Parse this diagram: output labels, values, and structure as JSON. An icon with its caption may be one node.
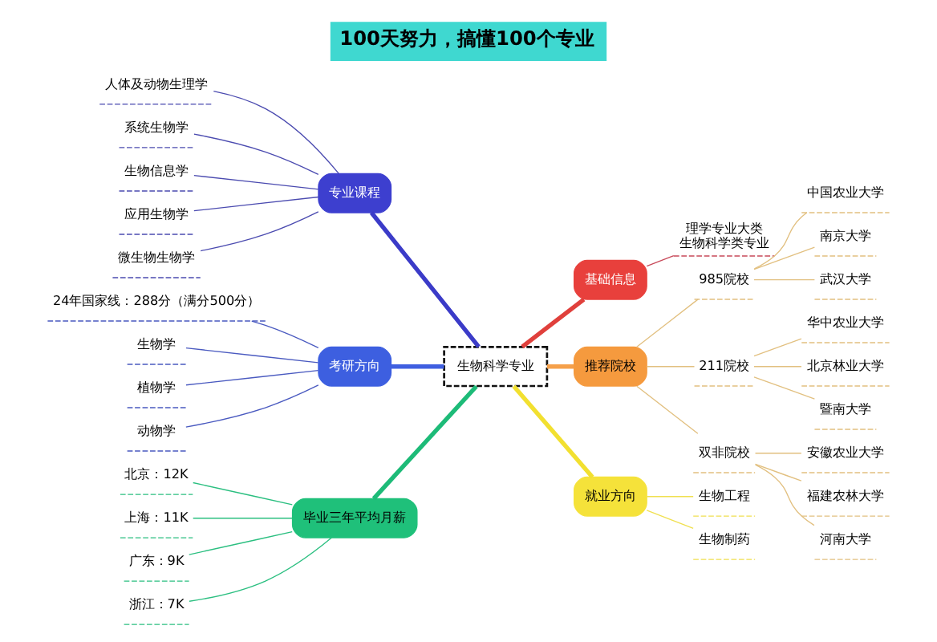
{
  "diagram": {
    "title": "100天努力，搞懂100个专业",
    "nodes": [
      {
        "text": [
          "生物科学专业"
        ]
      },
      {
        "text": [
          "专业课程"
        ]
      },
      {
        "text": [
          "人体及动物生理学"
        ]
      },
      {
        "text": [
          "系统生物学"
        ]
      },
      {
        "text": [
          "生物信息学"
        ]
      },
      {
        "text": [
          "应用生物学"
        ]
      },
      {
        "text": [
          "微生物生物学"
        ]
      },
      {
        "text": [
          "考研方向"
        ]
      },
      {
        "text": [
          "24年国家线：288分（满分500分）"
        ]
      },
      {
        "text": [
          "生物学"
        ]
      },
      {
        "text": [
          "植物学"
        ]
      },
      {
        "text": [
          "动物学"
        ]
      },
      {
        "text": [
          "毕业三年平均月薪"
        ]
      },
      {
        "text": [
          "北京：12K"
        ]
      },
      {
        "text": [
          "上海：11K"
        ]
      },
      {
        "text": [
          "广东：9K"
        ]
      },
      {
        "text": [
          "浙江：7K"
        ]
      },
      {
        "text": [
          "基础信息"
        ]
      },
      {
        "text": [
          "理学专业大类",
          "生物科学类专业"
        ]
      },
      {
        "text": [
          "推荐院校"
        ]
      },
      {
        "text": [
          "985院校"
        ]
      },
      {
        "text": [
          "中国农业大学"
        ]
      },
      {
        "text": [
          "南京大学"
        ]
      },
      {
        "text": [
          "武汉大学"
        ]
      },
      {
        "text": [
          "211院校"
        ]
      },
      {
        "text": [
          "华中农业大学"
        ]
      },
      {
        "text": [
          "北京林业大学"
        ]
      },
      {
        "text": [
          "暨南大学"
        ]
      },
      {
        "text": [
          "双非院校"
        ]
      },
      {
        "text": [
          "安徽农业大学"
        ]
      },
      {
        "text": [
          "福建农林大学"
        ]
      },
      {
        "text": [
          "河南大学"
        ]
      },
      {
        "text": [
          "就业方向"
        ]
      },
      {
        "text": [
          "生物工程"
        ]
      },
      {
        "text": [
          "生物制药"
        ]
      }
    ],
    "edges": [
      {
        "from": 1,
        "to": 0,
        "arrow": "none",
        "style": "thick",
        "color": "#3b3bc8"
      },
      {
        "from": 7,
        "to": 0,
        "arrow": "none",
        "style": "thick",
        "color": "#3f5fe0"
      },
      {
        "from": 12,
        "to": 0,
        "arrow": "none",
        "style": "thick",
        "color": "#1dbb78"
      },
      {
        "from": 0,
        "to": 17,
        "arrow": "none",
        "style": "thick",
        "color": "#e0403c"
      },
      {
        "from": 0,
        "to": 19,
        "arrow": "none",
        "style": "thick",
        "color": "#f5a04a"
      },
      {
        "from": 0,
        "to": 32,
        "arrow": "none",
        "style": "thick",
        "color": "#f2e030"
      },
      {
        "from": 2,
        "to": 1,
        "arrow": "none",
        "color": "#4b4bb0"
      },
      {
        "from": 3,
        "to": 1,
        "arrow": "none",
        "color": "#4b4bb0"
      },
      {
        "from": 4,
        "to": 1,
        "arrow": "none",
        "color": "#4b4bb0"
      },
      {
        "from": 5,
        "to": 1,
        "arrow": "none",
        "color": "#4b4bb0"
      },
      {
        "from": 6,
        "to": 1,
        "arrow": "none",
        "color": "#4b4bb0"
      },
      {
        "from": 8,
        "to": 7,
        "arrow": "none",
        "color": "#4a5ac0"
      },
      {
        "from": 9,
        "to": 7,
        "arrow": "none",
        "color": "#4a5ac0"
      },
      {
        "from": 10,
        "to": 7,
        "arrow": "none",
        "color": "#4a5ac0"
      },
      {
        "from": 11,
        "to": 7,
        "arrow": "none",
        "color": "#4a5ac0"
      },
      {
        "from": 13,
        "to": 12,
        "arrow": "none",
        "color": "#2bbf80"
      },
      {
        "from": 14,
        "to": 12,
        "arrow": "none",
        "color": "#2bbf80"
      },
      {
        "from": 15,
        "to": 12,
        "arrow": "none",
        "color": "#2bbf80"
      },
      {
        "from": 16,
        "to": 12,
        "arrow": "none",
        "color": "#2bbf80"
      },
      {
        "from": 17,
        "to": 18,
        "arrow": "none",
        "color": "#c84a5a"
      },
      {
        "from": 19,
        "to": 20,
        "arrow": "none",
        "color": "#e2c080"
      },
      {
        "from": 19,
        "to": 24,
        "arrow": "none",
        "color": "#e2c080"
      },
      {
        "from": 19,
        "to": 28,
        "arrow": "none",
        "color": "#e2c080"
      },
      {
        "from": 20,
        "to": 21,
        "arrow": "none",
        "color": "#e2c080"
      },
      {
        "from": 20,
        "to": 22,
        "arrow": "none",
        "color": "#e2c080"
      },
      {
        "from": 20,
        "to": 23,
        "arrow": "none",
        "color": "#e2c080"
      },
      {
        "from": 24,
        "to": 25,
        "arrow": "none",
        "color": "#e2c080"
      },
      {
        "from": 24,
        "to": 26,
        "arrow": "none",
        "color": "#e2c080"
      },
      {
        "from": 24,
        "to": 27,
        "arrow": "none",
        "color": "#e2c080"
      },
      {
        "from": 28,
        "to": 29,
        "arrow": "none",
        "color": "#e2c080"
      },
      {
        "from": 28,
        "to": 30,
        "arrow": "none",
        "color": "#e2c080"
      },
      {
        "from": 28,
        "to": 31,
        "arrow": "none",
        "color": "#e2c080"
      },
      {
        "from": 32,
        "to": 33,
        "arrow": "none",
        "color": "#f0e050"
      },
      {
        "from": 32,
        "to": 34,
        "arrow": "none",
        "color": "#f0e050"
      }
    ]
  }
}
